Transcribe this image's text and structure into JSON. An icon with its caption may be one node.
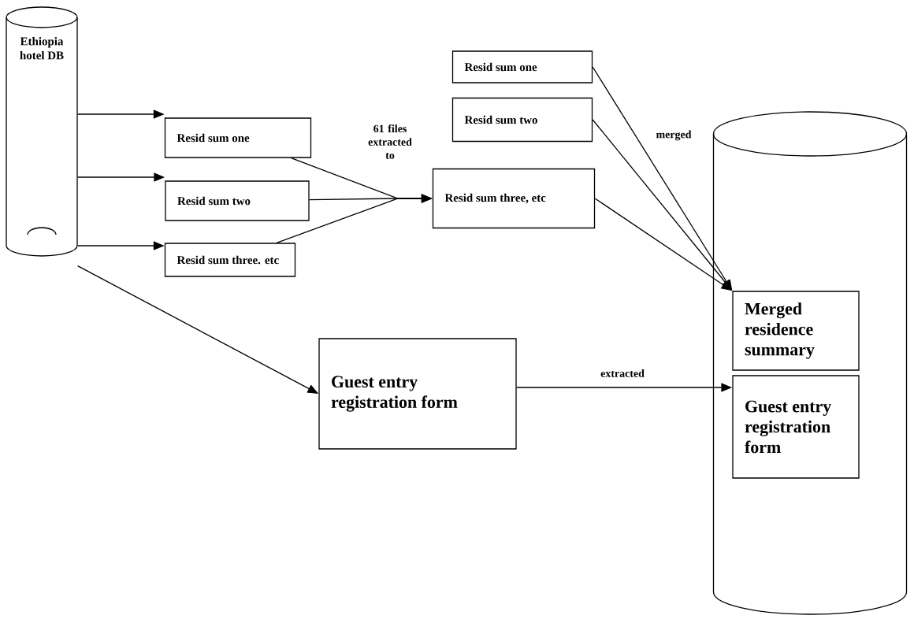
{
  "diagram": {
    "nodes": [
      {
        "text": [
          "Ethiopia hotel DB"
        ]
      },
      {
        "text": [
          "Resid sum one"
        ]
      },
      {
        "text": [
          "Resid sum two"
        ]
      },
      {
        "text": [
          "Resid sum three. etc"
        ]
      },
      {
        "text": [
          "Resid sum one"
        ]
      },
      {
        "text": [
          "Resid sum two"
        ]
      },
      {
        "text": [
          "Resid sum three, etc"
        ]
      },
      {
        "text": [],
        "shape": "cylinder"
      },
      {
        "text": [
          "Merged residence summary"
        ],
        "in": 7
      },
      {
        "text": [
          "Guest entry registration form"
        ],
        "in": 7
      },
      {
        "text": [
          "Guest entry registration form"
        ]
      }
    ],
    "edges": [
      {
        "from": 0,
        "to": 1,
        "arrow": "to"
      },
      {
        "from": 0,
        "to": 2,
        "arrow": "to"
      },
      {
        "from": 0,
        "to": 3,
        "arrow": "to"
      },
      {
        "from": 1,
        "to": 6,
        "arrow": "to",
        "label": "61 files extracted to"
      },
      {
        "from": 2,
        "to": 6,
        "arrow": "to"
      },
      {
        "from": 3,
        "to": 6,
        "arrow": "to"
      },
      {
        "from": 4,
        "to": 8,
        "arrow": "to",
        "label": "merged"
      },
      {
        "from": 5,
        "to": 8,
        "arrow": "to"
      },
      {
        "from": 6,
        "to": 8,
        "arrow": "to"
      },
      {
        "from": 0,
        "to": 10,
        "arrow": "to"
      },
      {
        "from": 10,
        "to": 9,
        "arrow": "to",
        "label": "extracted"
      }
    ]
  }
}
